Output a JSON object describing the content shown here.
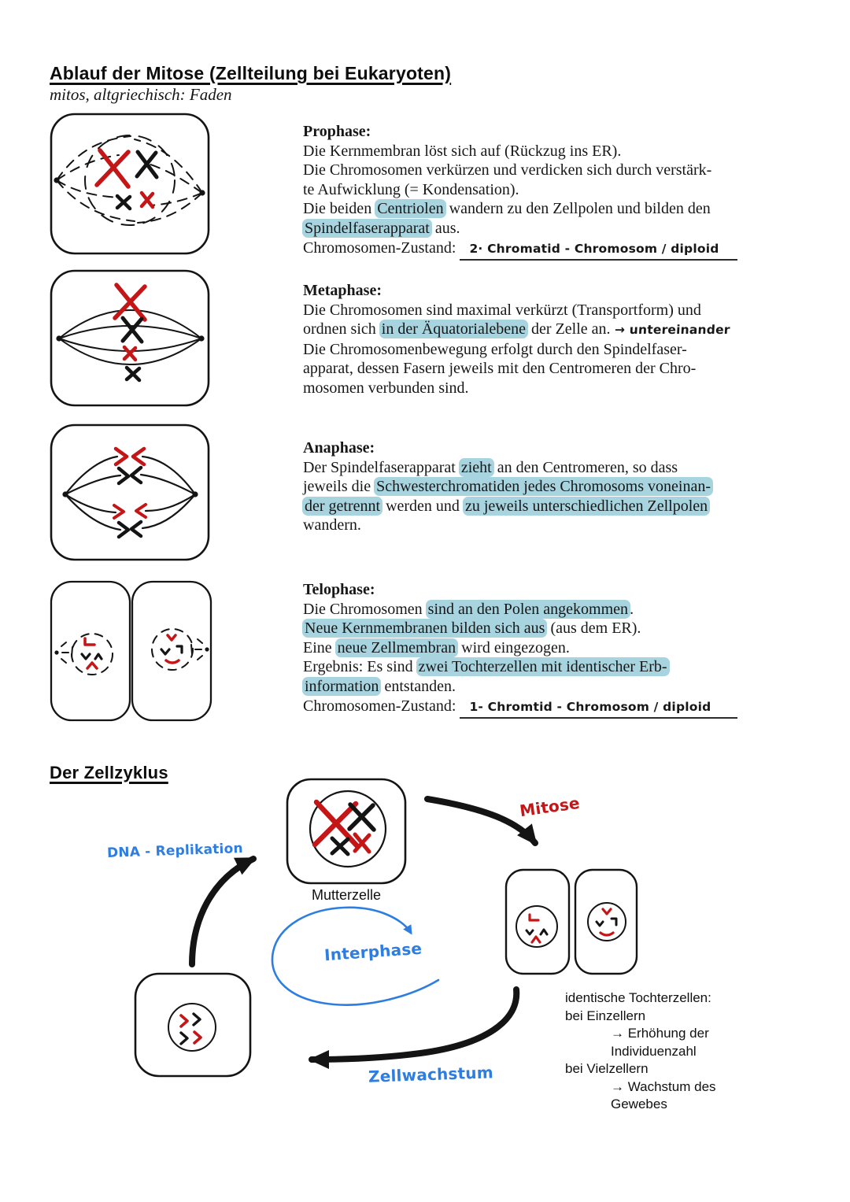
{
  "page": {
    "title": "Ablauf der Mitose (Zellteilung bei Eukaryoten)",
    "subtitle": "mitos, altgriechisch: Faden"
  },
  "colors": {
    "highlight": "#a8d4e0",
    "red": "#c41616",
    "blue": "#2e7de0",
    "ink": "#141414"
  },
  "phases": [
    {
      "name": "Prophase:",
      "lines": [
        [
          {
            "text": "Die Kernmembran löst sich auf (Rückzug ins ER)."
          }
        ],
        [
          {
            "text": "Die Chromosomen verkürzen und verdicken sich durch verstärk-"
          }
        ],
        [
          {
            "text": "te Aufwicklung (= Kondensation)."
          }
        ],
        [
          {
            "text": "Die beiden "
          },
          {
            "text": "Centriolen",
            "cls": "hl"
          },
          {
            "text": " wandern zu den Zellpolen und bilden den"
          }
        ],
        [
          {
            "text": "Spindelfaserapparat",
            "cls": "hl"
          },
          {
            "text": " aus."
          }
        ],
        [
          {
            "text": "Chromosomen-Zustand: "
          },
          {
            "text": "2· Chromatid - Chromosom / diploid",
            "cls": "hand line-fill"
          }
        ]
      ]
    },
    {
      "name": "Metaphase:",
      "lines": [
        [
          {
            "text": "Die Chromosomen sind maximal verkürzt (Transportform) und"
          }
        ],
        [
          {
            "text": "ordnen sich "
          },
          {
            "text": "in der Äquatorialebene",
            "cls": "hl"
          },
          {
            "text": " der Zelle an. "
          },
          {
            "text": "→ untereinander",
            "cls": "hand"
          }
        ],
        [
          {
            "text": "Die Chromosomenbewegung erfolgt durch den Spindelfaser-"
          }
        ],
        [
          {
            "text": "apparat, dessen Fasern jeweils mit den Centromeren der Chro-"
          }
        ],
        [
          {
            "text": "mosomen verbunden sind."
          }
        ]
      ]
    },
    {
      "name": "Anaphase:",
      "lines": [
        [
          {
            "text": "Der Spindelfaserapparat "
          },
          {
            "text": "zieht",
            "cls": "hl"
          },
          {
            "text": " an den Centromeren, so dass"
          }
        ],
        [
          {
            "text": "jeweils die "
          },
          {
            "text": "Schwesterchromatiden jedes Chromosoms voneinan-",
            "cls": "hl"
          }
        ],
        [
          {
            "text": "der getrennt",
            "cls": "hl"
          },
          {
            "text": " werden und "
          },
          {
            "text": "zu jeweils unterschiedlichen Zellpolen",
            "cls": "hl"
          }
        ],
        [
          {
            "text": "wandern."
          }
        ]
      ]
    },
    {
      "name": "Telophase:",
      "lines": [
        [
          {
            "text": "Die Chromosomen "
          },
          {
            "text": "sind an den Polen angekommen",
            "cls": "hl"
          },
          {
            "text": "."
          }
        ],
        [
          {
            "text": "Neue Kernmembranen bilden sich aus",
            "cls": "hl"
          },
          {
            "text": " (aus dem ER)."
          }
        ],
        [
          {
            "text": "Eine "
          },
          {
            "text": "neue Zellmembran",
            "cls": "hl"
          },
          {
            "text": " wird eingezogen."
          }
        ],
        [
          {
            "text": "Ergebnis: Es sind "
          },
          {
            "text": "zwei Tochterzellen mit identischer Erb-",
            "cls": "hl"
          }
        ],
        [
          {
            "text": "information",
            "cls": "hl"
          },
          {
            "text": " entstanden."
          }
        ],
        [
          {
            "text": "Chromosomen-Zustand: "
          },
          {
            "text": "1- Chromtid - Chromosom / diploid",
            "cls": "hand line-fill"
          }
        ]
      ]
    }
  ],
  "cycle": {
    "heading": "Der Zellzyklus",
    "labels": {
      "dna": "DNA - Replikation",
      "mitose": "Mitose",
      "mutterzelle": "Mutterzelle",
      "interphase": "Interphase",
      "zellwachstum": "Zellwachstum"
    },
    "tochterzellen": [
      [
        {
          "text": "identische Tochterzellen:"
        }
      ],
      [
        {
          "text": "bei Einzellern"
        }
      ],
      [
        {
          "text": "→ Erhöhung der",
          "cls": "indent"
        }
      ],
      [
        {
          "text": "Individuenzahl",
          "cls": "indent"
        }
      ],
      [
        {
          "text": "bei Vielzellern"
        }
      ],
      [
        {
          "text": "→ Wachstum des",
          "cls": "indent"
        }
      ],
      [
        {
          "text": "Gewebes",
          "cls": "indent"
        }
      ]
    ]
  }
}
